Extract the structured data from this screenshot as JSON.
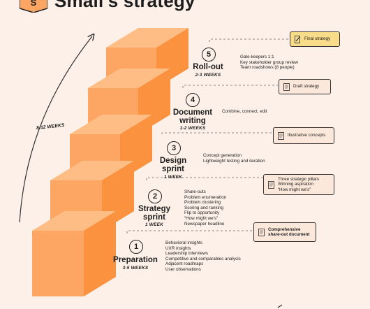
{
  "title": "Small's strategy",
  "logo_letter": "S",
  "overall_duration": "8-12 WEEKS",
  "colors": {
    "background": "#fdf0e8",
    "stair_top": "#fdbd84",
    "stair_front": "#fda664",
    "stair_side": "#fa9240",
    "card": "#fbe8da",
    "final_card": "#f9dc8a"
  },
  "steps": [
    {
      "number": "1",
      "name": "Preparation",
      "duration": "3-5 WEEKS",
      "activities": [
        "Behavioral insights",
        "UXR insights",
        "Leadership interviews",
        "Competitive and comparables analysis",
        "Adjacent roadmaps",
        "User observations"
      ],
      "output": [
        "Comprehensive",
        "share-out document"
      ],
      "output_bold": true,
      "output_icon": "document-icon"
    },
    {
      "number": "2",
      "name": "Strategy sprint",
      "duration": "1 WEEK",
      "activities": [
        "Share-outs",
        "Problem enumeration",
        "Problem clustering",
        "Scoring and ranking",
        "Flip to opportunity",
        "“How might we’s”",
        "Newspaper headline"
      ],
      "output": [
        "Three strategic pillars",
        "Winning aspiration",
        "“How might we’s”"
      ],
      "output_bold": false,
      "output_icon": "document-icon"
    },
    {
      "number": "3",
      "name": "Design sprint",
      "duration": "1 WEEK",
      "activities": [
        "Concept generation",
        "Lightweight testing and iteration"
      ],
      "output": [
        "Illustrative concepts"
      ],
      "output_bold": false,
      "output_icon": "document-icon"
    },
    {
      "number": "4",
      "name": "Document writing",
      "duration": "1-2 WEEKS",
      "activities": [
        "Combine, connect, edit"
      ],
      "output": [
        "Draft strategy"
      ],
      "output_bold": false,
      "output_icon": "document-icon"
    },
    {
      "number": "5",
      "name": "Roll-out",
      "duration": "2-3 WEEKS",
      "activities": [
        "Gate-keepers 1:1",
        "Key stakeholder group review",
        "Team roadshows (8 people)"
      ],
      "output": [
        "Final strategy"
      ],
      "output_bold": false,
      "output_icon": "pencil-document-icon"
    }
  ]
}
